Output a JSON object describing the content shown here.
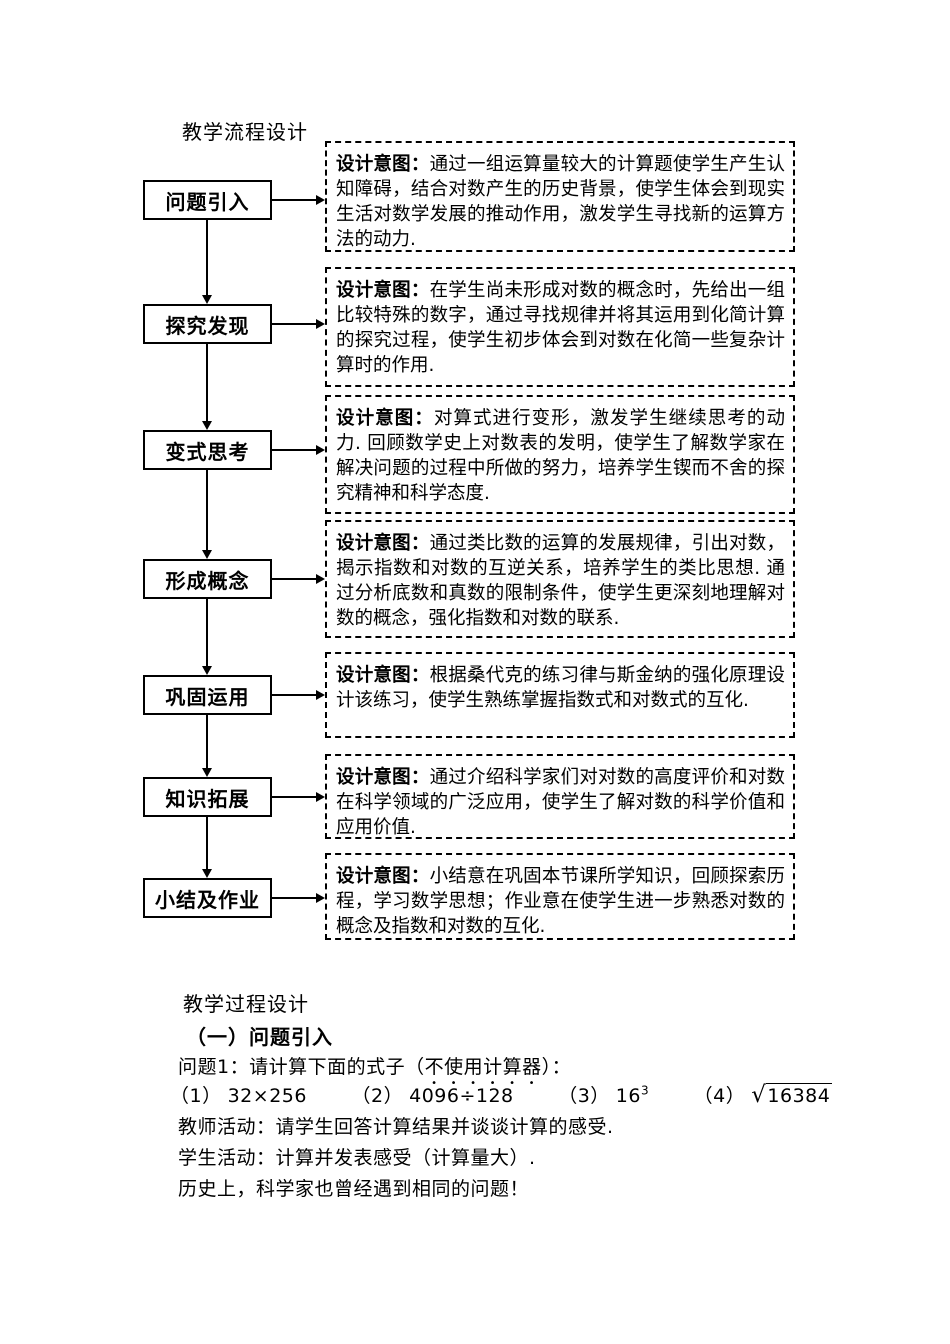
{
  "flow": {
    "title": "教学流程设计",
    "intent_label": "设计意图：",
    "stages": [
      {
        "label": "问题引入",
        "intent": "通过一组运算量较大的计算题使学生产生认知障碍，结合对数产生的历史背景，使学生体会到现实生活对数学发展的推动作用，激发学生寻找新的运算方法的动力."
      },
      {
        "label": "探究发现",
        "intent": "在学生尚未形成对数的概念时，先给出一组比较特殊的数字，通过寻找规律并将其运用到化简计算的探究过程，使学生初步体会到对数在化简一些复杂计算时的作用."
      },
      {
        "label": "变式思考",
        "intent": "对算式进行变形，激发学生继续思考的动力. 回顾数学史上对数表的发明，使学生了解数学家在解决问题的过程中所做的努力，培养学生锲而不舍的探究精神和科学态度."
      },
      {
        "label": "形成概念",
        "intent": "通过类比数的运算的发展规律，引出对数，揭示指数和对数的互逆关系，培养学生的类比思想. 通过分析底数和真数的限制条件，使学生更深刻地理解对数的概念，强化指数和对数的联系."
      },
      {
        "label": "巩固运用",
        "intent": "根据桑代克的练习律与斯金纳的强化原理设计该练习，使学生熟练掌握指数式和对数式的互化."
      },
      {
        "label": "知识拓展",
        "intent": "通过介绍科学家们对对数的高度评价和对数在科学领域的广泛应用，使学生了解对数的科学价值和应用价值."
      },
      {
        "label": "小结及作业",
        "intent": "小结意在巩固本节课所学知识，回顾探索历程，学习数学思想；作业意在使学生进一步熟悉对数的概念及指数和对数的互化."
      }
    ]
  },
  "process": {
    "title": "教学过程设计",
    "section_heading": "（一）问题引入",
    "question_prefix": "问题1：请计算下面的式子（",
    "question_emphasis": "不使用计算器",
    "question_suffix": "）：",
    "expressions": {
      "e1_label": "（1）",
      "e1_value": "32×256",
      "e2_label": "（2）",
      "e2_value": "4096÷128",
      "e3_label": "（3）",
      "e3_base": "16",
      "e3_exp": "3",
      "e4_label": "（4）",
      "e4_sqrt": "√",
      "e4_radicand": "16384"
    },
    "teacher_line": "教师活动：请学生回答计算结果并谈谈计算的感受.",
    "student_line": "学生活动：计算并发表感受（计算量大）.",
    "history_line": "历史上，科学家也曾经遇到相同的问题！"
  }
}
